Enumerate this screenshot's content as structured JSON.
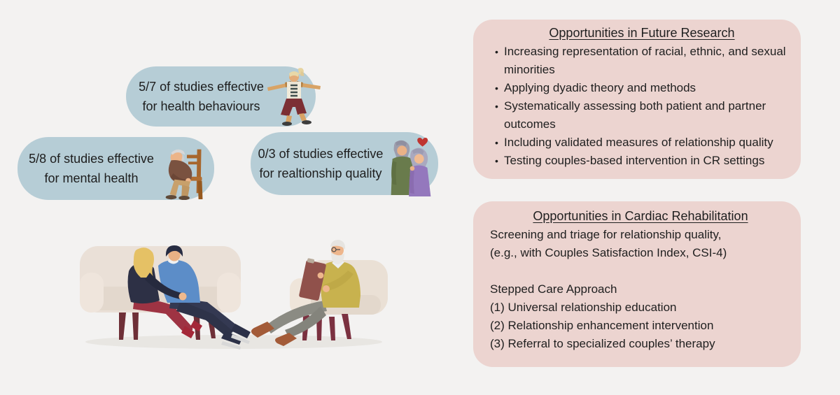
{
  "colors": {
    "background": "#f3f2f1",
    "bubble_blue": "#b6cdd6",
    "panel_pink": "#ecd4d0",
    "text": "#222222",
    "heart_red": "#bf3530"
  },
  "bubbles": [
    {
      "line1": "5/7 of studies effective",
      "line2": "for health behaviours",
      "icon": "yoga-person-icon"
    },
    {
      "line1": "5/8 of studies effective",
      "line2": "for mental health",
      "icon": "sad-old-man-icon"
    },
    {
      "line1": "0/3 of studies effective",
      "line2": "for realtionship quality",
      "icon": "elderly-couple-icon"
    }
  ],
  "future_research": {
    "title": "Opportunities in Future Research",
    "bullets": [
      "Increasing representation of racial, ethnic, and sexual minorities",
      "Applying dyadic theory and methods",
      "Systematically assessing both patient and partner outcomes",
      "Including validated measures of relationship quality",
      "Testing couples-based intervention in CR settings"
    ]
  },
  "cardiac_rehab": {
    "title": "Opportunities in Cardiac Rehabilitation",
    "line1": "Screening and triage for relationship quality,",
    "line2": "(e.g., with Couples Satisfaction Index, CSI-4)",
    "subheading": "Stepped Care Approach",
    "steps": [
      "(1) Universal relationship education",
      "(2) Relationship enhancement intervention",
      "(3) Referral to specialized couples’ therapy"
    ]
  },
  "illustration": {
    "description": "couples-therapy-scene"
  }
}
